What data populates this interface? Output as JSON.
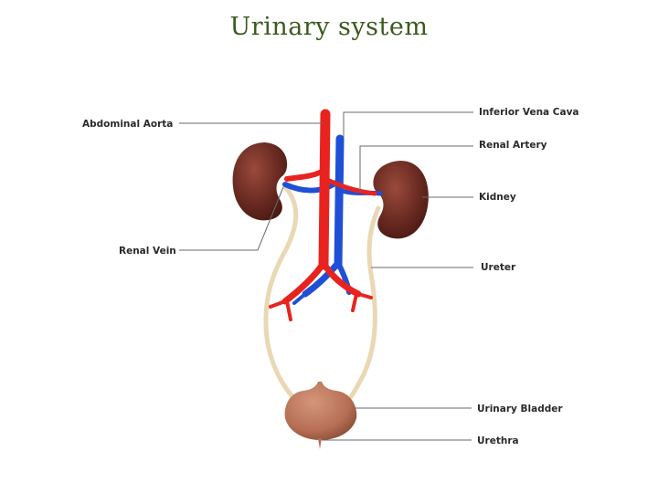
{
  "title": "Urinary system",
  "labels": {
    "abdominal_aorta": "Abdominal Aorta",
    "renal_vein": "Renal Vein",
    "inferior_vena_cava": "Inferior Vena Cava",
    "renal_artery": "Renal Artery",
    "kidney": "Kidney",
    "ureter": "Ureter",
    "urinary_bladder": "Urinary Bladder",
    "urethra": "Urethra"
  },
  "colors": {
    "title": "#3b5a1e",
    "artery": "#e8231f",
    "vein": "#1f4fd6",
    "kidney": "#6b2b22",
    "ureter": "#ead7b4",
    "bladder": "#b56f55"
  }
}
